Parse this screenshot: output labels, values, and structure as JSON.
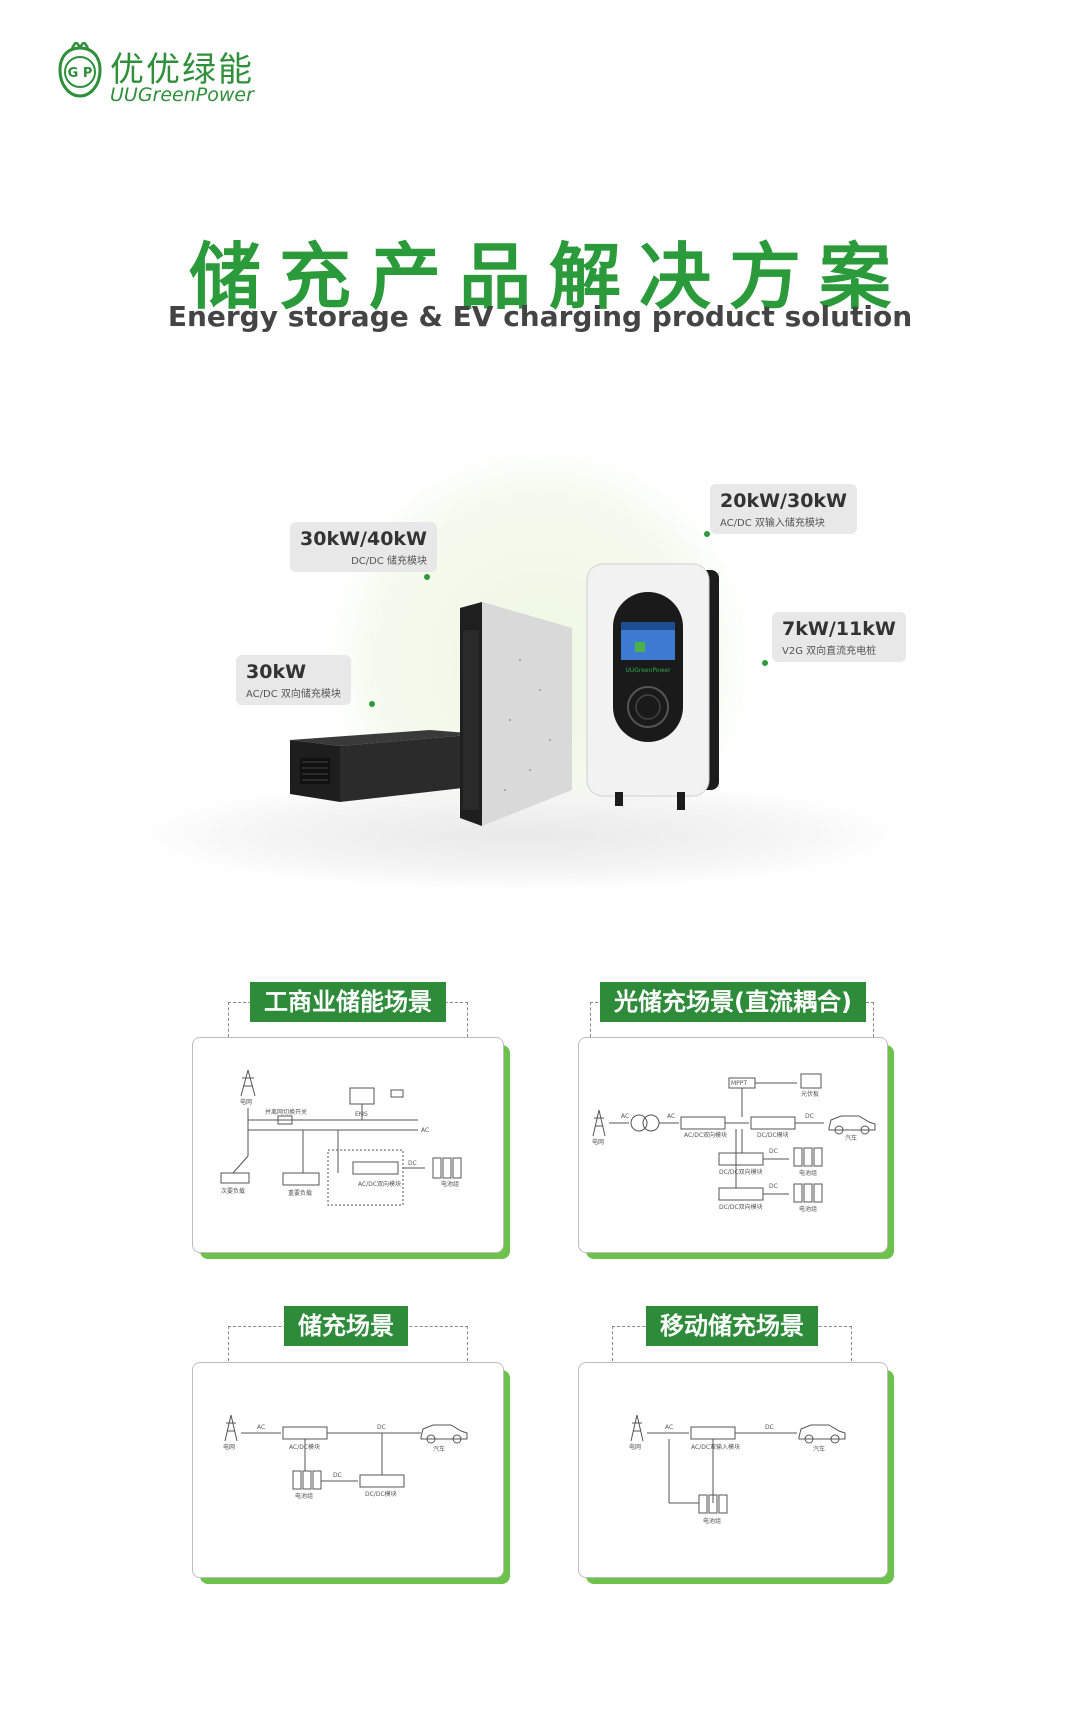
{
  "brand": {
    "name_cn": "优优绿能",
    "name_en": "UUGreenPower",
    "logo_letters": "G P"
  },
  "hero": {
    "title_cn": "储充产品解决方案",
    "title_en": "Energy storage & EV charging product solution"
  },
  "products": [
    {
      "power": "30kW/40kW",
      "desc": "DC/DC 储充模块"
    },
    {
      "power": "20kW/30kW",
      "desc": "AC/DC 双输入储充模块"
    },
    {
      "power": "30kW",
      "desc": "AC/DC 双向储充模块"
    },
    {
      "power": "7kW/11kW",
      "desc": "V2G 双向直流充电桩"
    }
  ],
  "charger_screen_brand": "UUGreenPower",
  "scenarios": [
    {
      "title": "工商业储能场景",
      "labels": {
        "grid": "电网",
        "switch": "并离网切换开关",
        "ems": "EMS",
        "ac": "AC",
        "dc": "DC",
        "module": "AC/DC双向模块",
        "battery": "电池组",
        "secondary_load": "次要负载",
        "important_load": "重要负载"
      }
    },
    {
      "title": "光储充场景(直流耦合)",
      "labels": {
        "mppt": "MPPT",
        "pv": "光伏板",
        "grid": "电网",
        "ac": "AC",
        "dc": "DC",
        "acdc": "AC/DC双向模块",
        "dcdc": "DC/DC模块",
        "car": "汽车",
        "dcdc_bi": "DC/DC双向模块",
        "battery": "电池组",
        "dcdc_bi2": "DC/DC双向模块",
        "battery2": "电池组"
      }
    },
    {
      "title": "储充场景",
      "labels": {
        "grid": "电网",
        "ac": "AC",
        "acdc": "AC/DC模块",
        "dc": "DC",
        "car": "汽车",
        "battery": "电池组",
        "dc2": "DC",
        "dcdc": "DC/DC模块"
      }
    },
    {
      "title": "移动储充场景",
      "labels": {
        "grid": "电网",
        "ac": "AC",
        "module": "AC/DC双输入模块",
        "dc": "DC",
        "car": "汽车",
        "battery": "电池组"
      }
    }
  ],
  "colors": {
    "brand_green": "#2a9a3a",
    "label_green": "#2e8b3a",
    "accent_green": "#6cc24a"
  }
}
